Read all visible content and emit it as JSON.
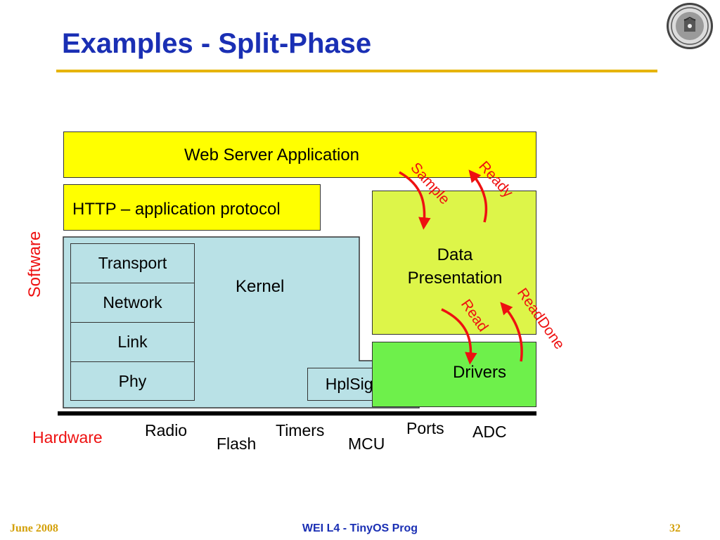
{
  "slide": {
    "title": "Examples - Split-Phase"
  },
  "diagram": {
    "web_server": "Web Server Application",
    "http": "HTTP – application protocol",
    "kernel": "Kernel",
    "stack": [
      "Transport",
      "Network",
      "Link",
      "Phy"
    ],
    "hplsignal": "HplSignal",
    "data_presentation_line1": "Data",
    "data_presentation_line2": "Presentation",
    "drivers": "Drivers",
    "software_label": "Software",
    "hardware_label": "Hardware",
    "arrows": {
      "sample": "Sample",
      "ready": "Ready",
      "read": "Read",
      "readdone": "ReadDone"
    },
    "hardware_items": {
      "radio": "Radio",
      "flash": "Flash",
      "timers": "Timers",
      "mcu": "MCU",
      "ports": "Ports",
      "adc": "ADC"
    },
    "colors": {
      "app_layer": "#ffff00",
      "kernel": "#b9e1e6",
      "data_presentation": "#ddf549",
      "drivers": "#6ef04b",
      "arrows": "#ee1111"
    }
  },
  "footer": {
    "date": "June 2008",
    "course": "WEI L4 - TinyOS Prog",
    "page": "32"
  }
}
